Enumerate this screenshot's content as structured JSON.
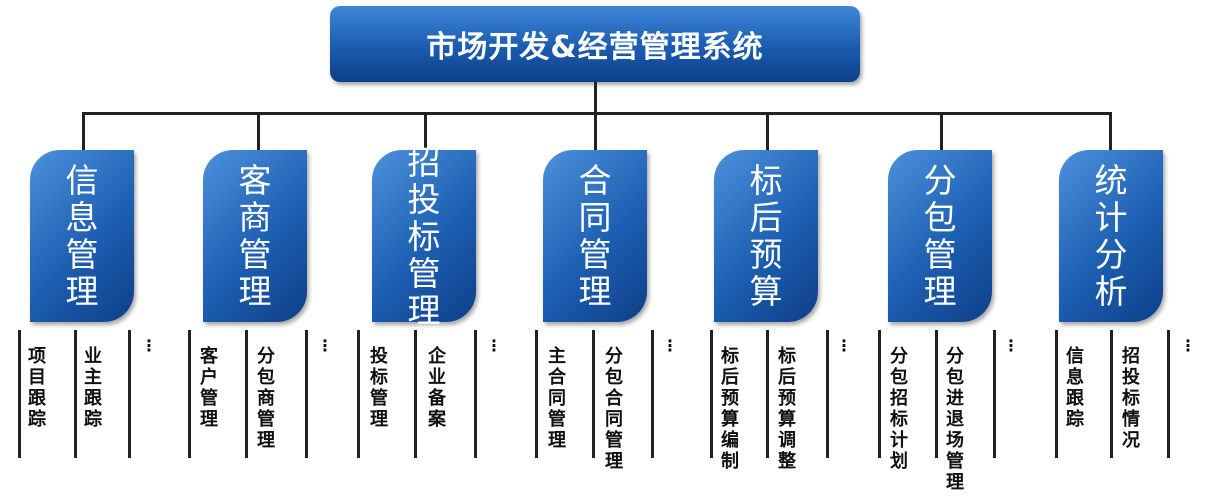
{
  "root": {
    "title": "市场开发&经营管理系统"
  },
  "modules": [
    {
      "name": "信息管理",
      "subs": [
        "项目跟踪",
        "业主跟踪"
      ],
      "more": "⋮"
    },
    {
      "name": "客商管理",
      "subs": [
        "客户管理",
        "分包商管理"
      ],
      "more": "⋮"
    },
    {
      "name": "招投标管理",
      "subs": [
        "投标管理",
        "企业备案"
      ],
      "more": "⋮"
    },
    {
      "name": "合同管理",
      "subs": [
        "主合同管理",
        "分包合同管理"
      ],
      "more": "⋮"
    },
    {
      "name": "标后预算",
      "subs": [
        "标后预算编制",
        "标后预算调整"
      ],
      "more": "⋮"
    },
    {
      "name": "分包管理",
      "subs": [
        "分包招标计划",
        "分包进退场管理"
      ],
      "more": "⋮"
    },
    {
      "name": "统计分析",
      "subs": [
        "信息跟踪",
        "招投标情况"
      ],
      "more": "⋮"
    }
  ]
}
